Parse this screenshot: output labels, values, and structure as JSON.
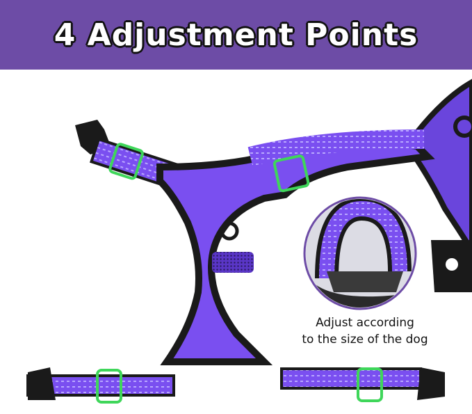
{
  "banner": {
    "title": "4 Adjustment Points"
  },
  "caption": {
    "line1": "Adjust according",
    "line2": "to the size of the dog"
  },
  "colors": {
    "banner": "#6d4ca6",
    "harness": "#7a4ff0",
    "harness_dark": "#5a36c7",
    "trim": "#1a1a1a",
    "highlight": "#3fd65a"
  }
}
